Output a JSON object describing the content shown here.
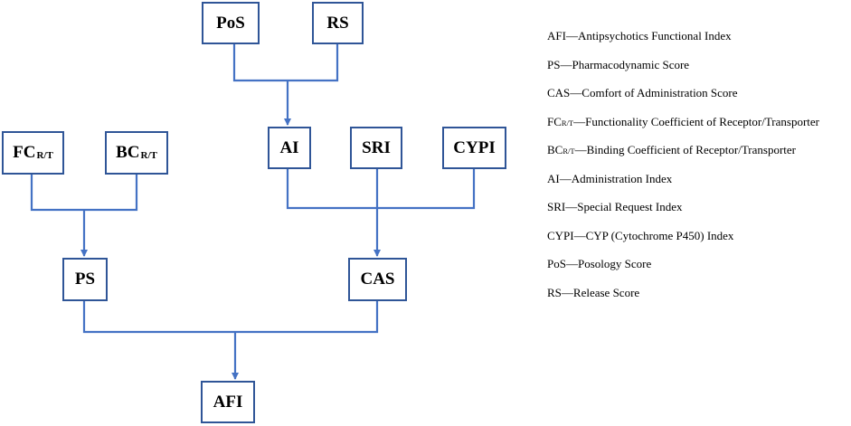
{
  "nodes": {
    "pos": {
      "label": "PoS"
    },
    "rs": {
      "label": "RS"
    },
    "fc": {
      "label": "FC",
      "sub": "R/T"
    },
    "bc": {
      "label": "BC",
      "sub": "R/T"
    },
    "ai": {
      "label": "AI"
    },
    "sri": {
      "label": "SRI"
    },
    "cypi": {
      "label": "CYPI"
    },
    "ps": {
      "label": "PS"
    },
    "cas": {
      "label": "CAS"
    },
    "afi": {
      "label": "AFI"
    }
  },
  "legend": [
    {
      "abbr": "AFI",
      "sub": "",
      "text": "—Antipsychotics Functional Index"
    },
    {
      "abbr": "PS",
      "sub": "",
      "text": "—Pharmacodynamic Score"
    },
    {
      "abbr": "CAS",
      "sub": "",
      "text": "—Comfort of Administration Score"
    },
    {
      "abbr": "FC",
      "sub": "R/T",
      "text": "—Functionality Coefficient of Receptor/Transporter"
    },
    {
      "abbr": "BC",
      "sub": "R/T",
      "text": "—Binding Coefficient of Receptor/Transporter"
    },
    {
      "abbr": "AI",
      "sub": "",
      "text": "—Administration Index"
    },
    {
      "abbr": "SRI",
      "sub": "",
      "text": "—Special Request Index"
    },
    {
      "abbr": "CYPI",
      "sub": "",
      "text": "—CYP (Cytochrome P450) Index"
    },
    {
      "abbr": "PoS",
      "sub": "",
      "text": "—Posology Score"
    },
    {
      "abbr": "RS",
      "sub": "",
      "text": "—Release Score"
    }
  ],
  "colors": {
    "line": "#4472C4",
    "border": "#2F5597"
  }
}
